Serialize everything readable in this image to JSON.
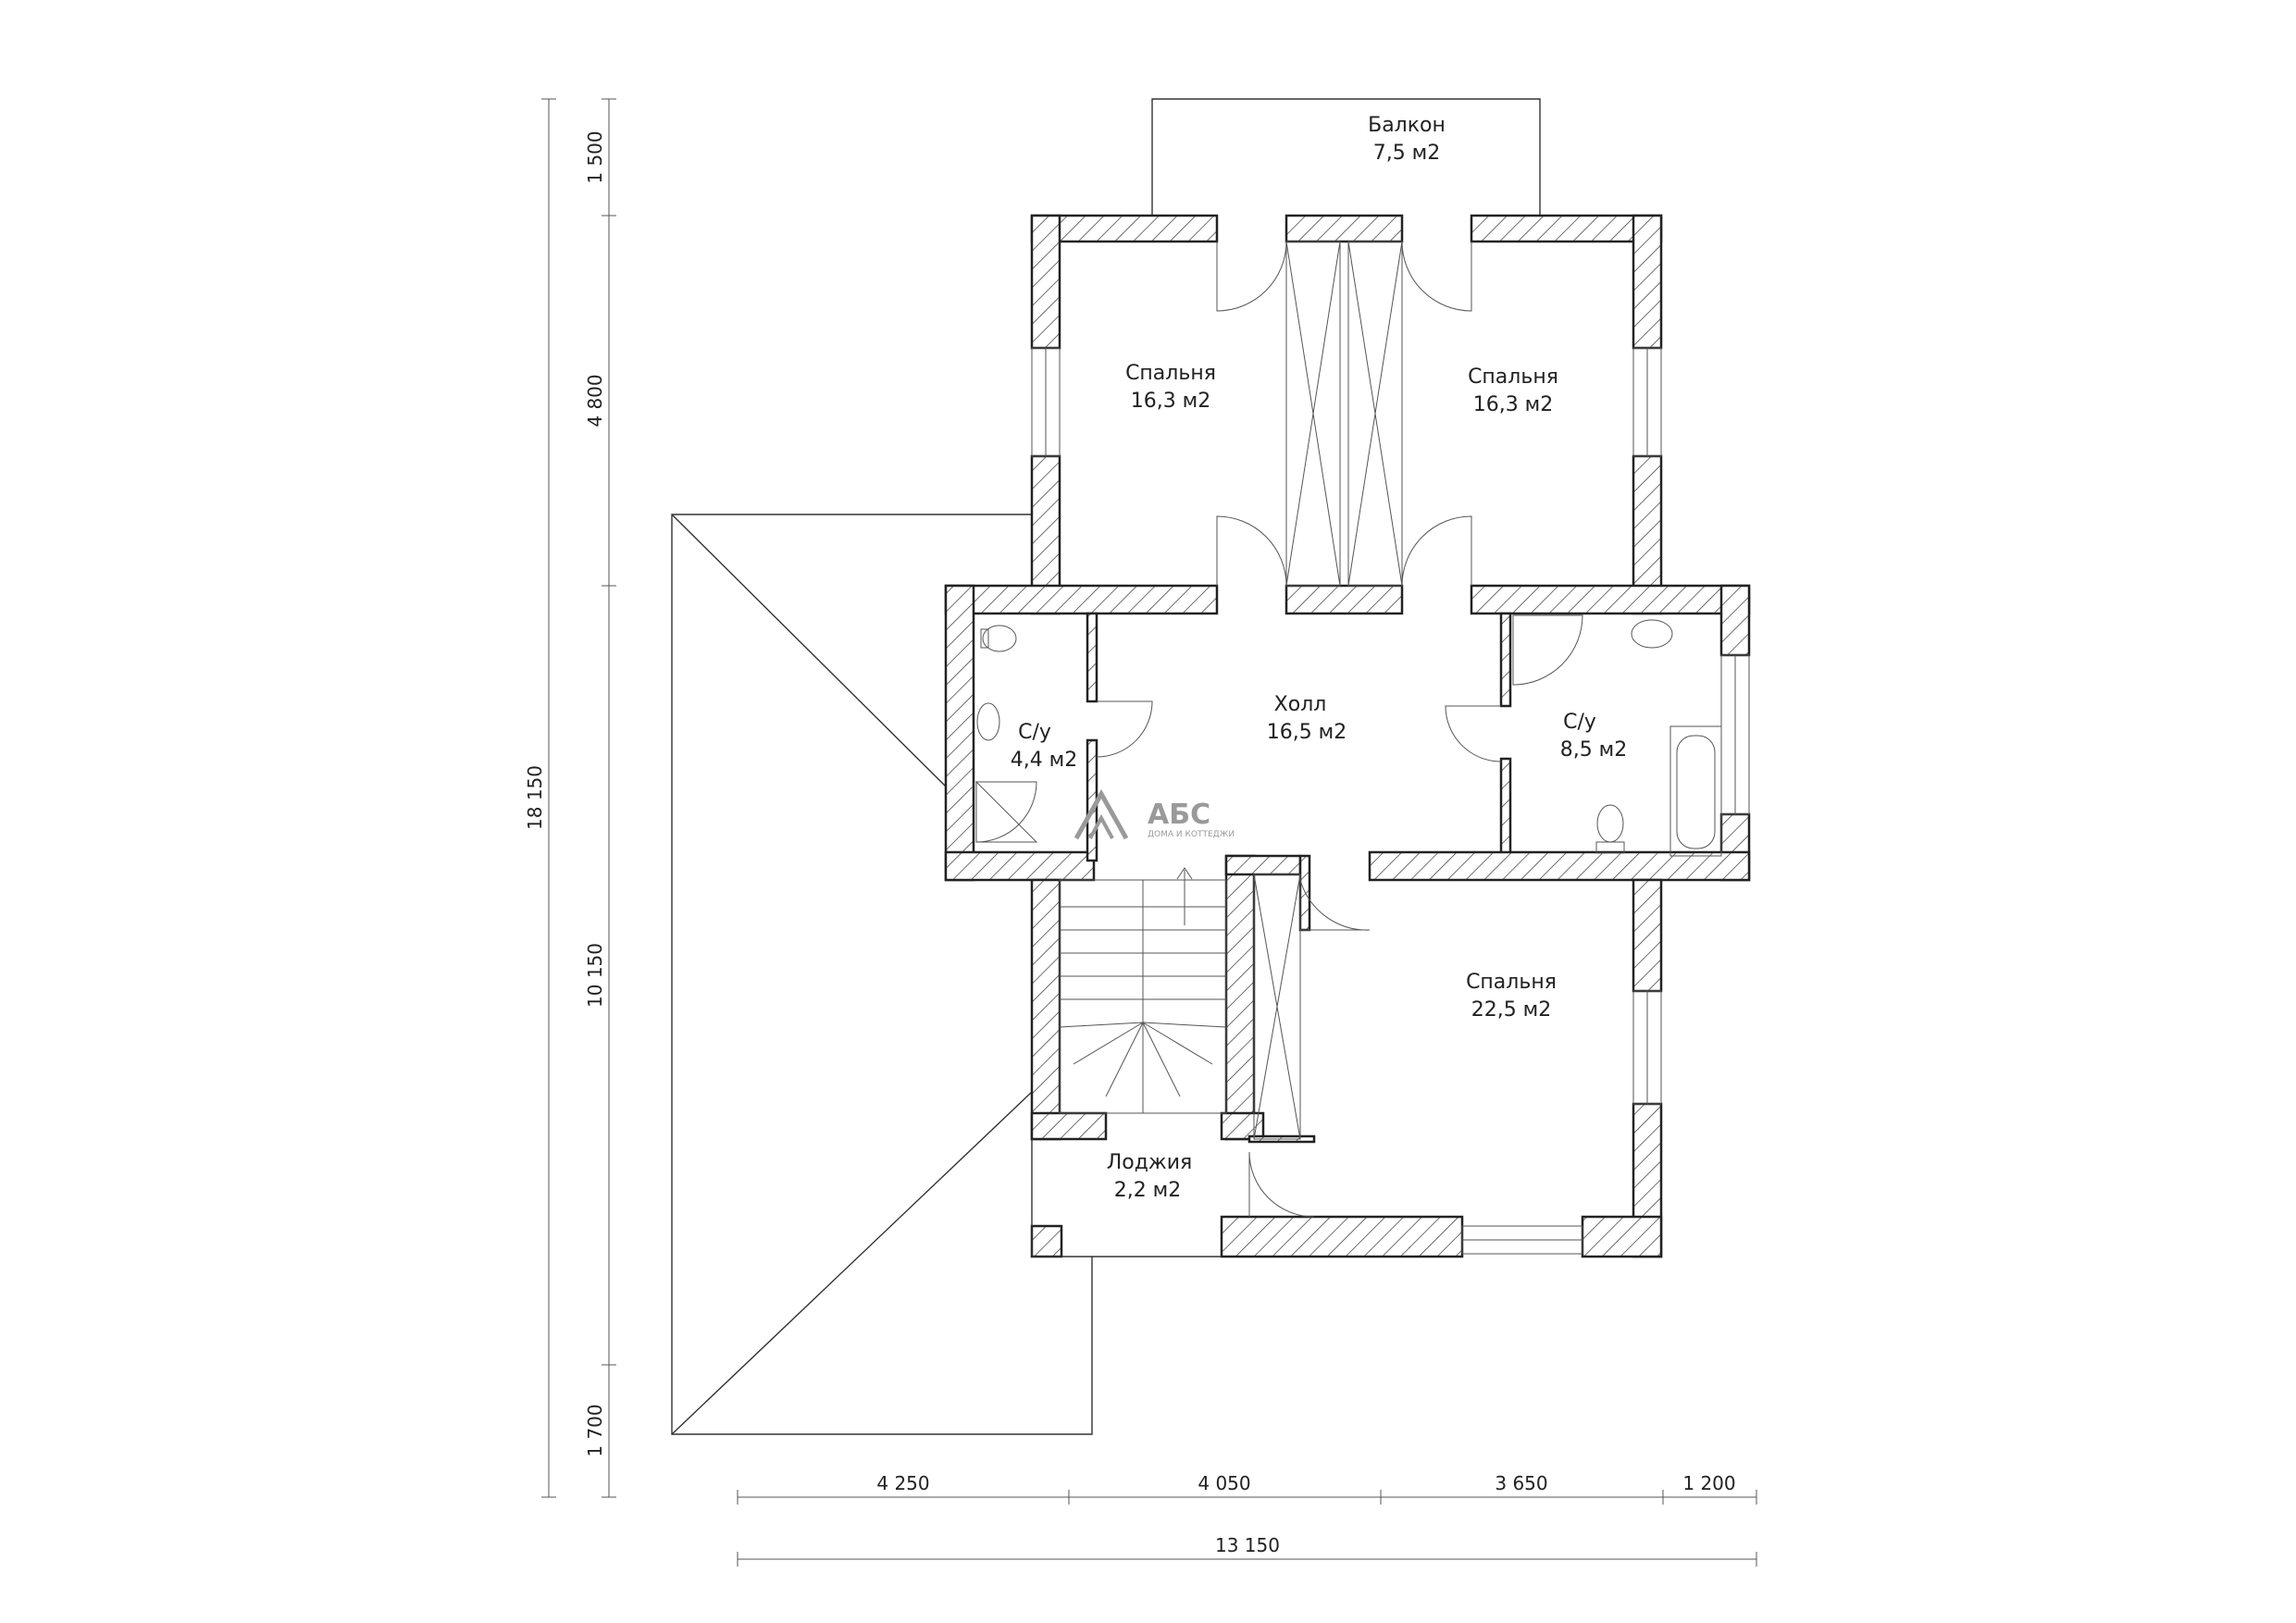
{
  "rooms": {
    "balcony": {
      "name": "Балкон",
      "area": "7,5 м2"
    },
    "bedroom_nw": {
      "name": "Спальня",
      "area": "16,3 м2"
    },
    "bedroom_ne": {
      "name": "Спальня",
      "area": "16,3 м2"
    },
    "hall": {
      "name": "Холл",
      "area": "16,5 м2"
    },
    "bath_w": {
      "name": "С/у",
      "area": "4,4 м2"
    },
    "bath_e": {
      "name": "С/у",
      "area": "8,5 м2"
    },
    "bedroom_se": {
      "name": "Спальня",
      "area": "22,5 м2"
    },
    "loggia": {
      "name": "Лоджия",
      "area": "2,2 м2"
    }
  },
  "dimensions": {
    "vertical_segments": [
      "1 500",
      "4 800",
      "10 150",
      "1 700"
    ],
    "vertical_total": "18 150",
    "horizontal_segments": [
      "4 250",
      "4 050",
      "3 650",
      "1 200"
    ],
    "horizontal_total": "13 150"
  },
  "logo": {
    "name": "АБС",
    "tagline": "ДОМА И КОТТЕДЖИ"
  },
  "colors": {
    "line": "#222222",
    "hatch": "#333333",
    "logo": "#9a9a9a"
  }
}
